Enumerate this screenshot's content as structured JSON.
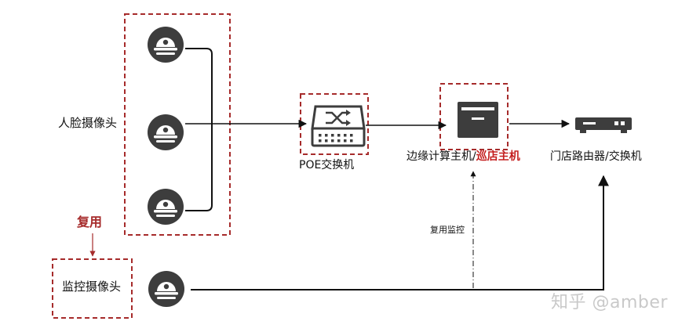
{
  "diagram": {
    "labels": {
      "face_cameras": "人脸摄像头",
      "monitor_camera": "监控摄像头",
      "reuse": "复用",
      "poe_switch": "POE交换机",
      "edge_host_prefix": "边缘计算主机/",
      "edge_host_highlight": "巡店主机",
      "store_router": "门店路由器/交换机",
      "reuse_monitoring": "复用监控"
    },
    "watermark": "知乎 @amber",
    "icons": {
      "camera": "dome-camera-icon",
      "switch": "network-switch-icon",
      "edge_host": "edge-server-icon",
      "router": "router-icon"
    },
    "colors": {
      "dashed_border": "#a62b2b",
      "icon_dark": "#3d3d3d",
      "highlight": "#c41e1e",
      "line": "#111111"
    }
  }
}
